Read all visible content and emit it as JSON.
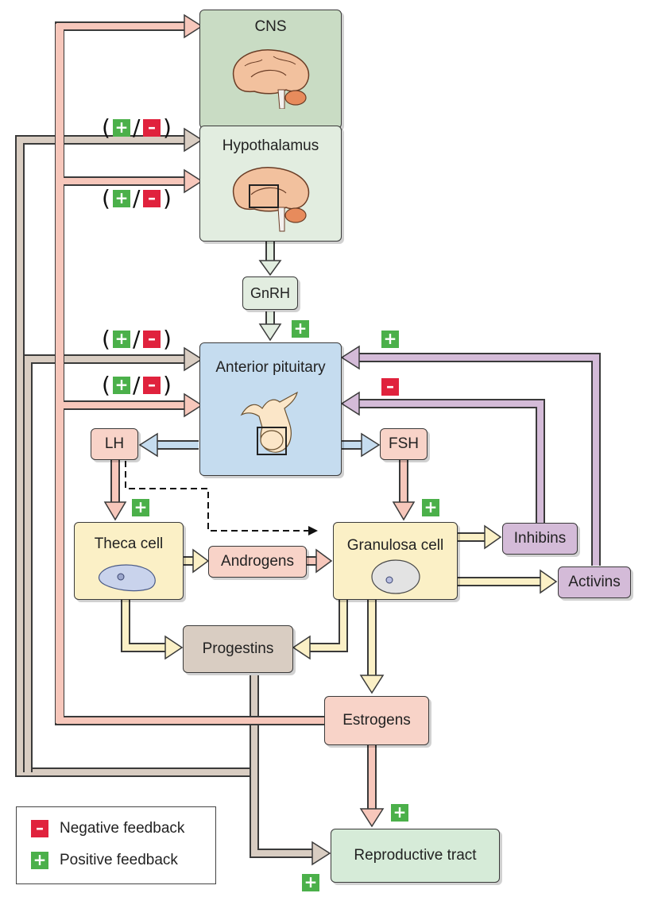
{
  "boxes": {
    "cns": "CNS",
    "hypothalamus": "Hypothalamus",
    "gnrh": "GnRH",
    "anterior_pituitary": "Anterior pituitary",
    "lh": "LH",
    "fsh": "FSH",
    "theca_cell": "Theca cell",
    "androgens": "Androgens",
    "granulosa_cell": "Granulosa cell",
    "inhibins": "Inhibins",
    "activins": "Activins",
    "progestins": "Progestins",
    "estrogens": "Estrogens",
    "reproductive_tract": "Reproductive tract"
  },
  "feedback_marks": {
    "open_paren": "(",
    "slash": "/",
    "close_paren": ")",
    "plus_symbol": "+",
    "minus_symbol": "–"
  },
  "legend": {
    "negative": "Negative feedback",
    "positive": "Positive feedback"
  },
  "colors": {
    "estrogen_pathway": "#f7c7bb",
    "progestin_pathway": "#d9cdc2",
    "inhibin_activin_pathway": "#d4bbd8",
    "pituitary_blue": "#c5dcef",
    "cell_yellow": "#fbf0c6",
    "gonadotropin_pink": "#f8d3c8",
    "positive_green": "#4bb04a",
    "negative_red": "#e0223d"
  }
}
